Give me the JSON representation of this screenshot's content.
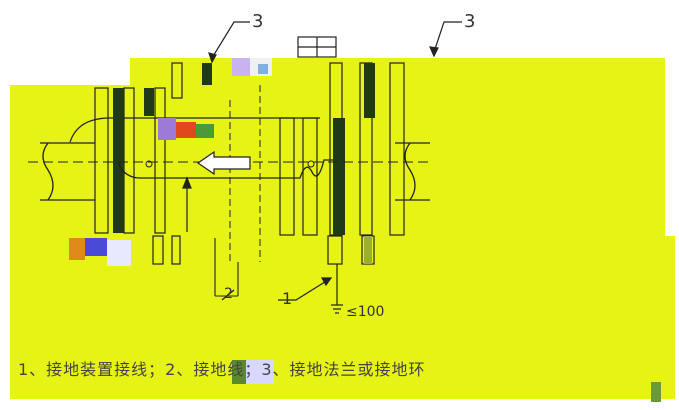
{
  "diagram": {
    "callout_3_left": "3",
    "callout_3_right": "3",
    "callout_1": "1",
    "callout_2": "2",
    "dimension_label": "≤100",
    "caption": "1、接地装置接线；2、接地线；3、接地法兰或接地环",
    "colors": {
      "background": "#ffffff",
      "highlight": "#e6f314",
      "line": "#222222",
      "gasket": "#1f3a14"
    }
  }
}
